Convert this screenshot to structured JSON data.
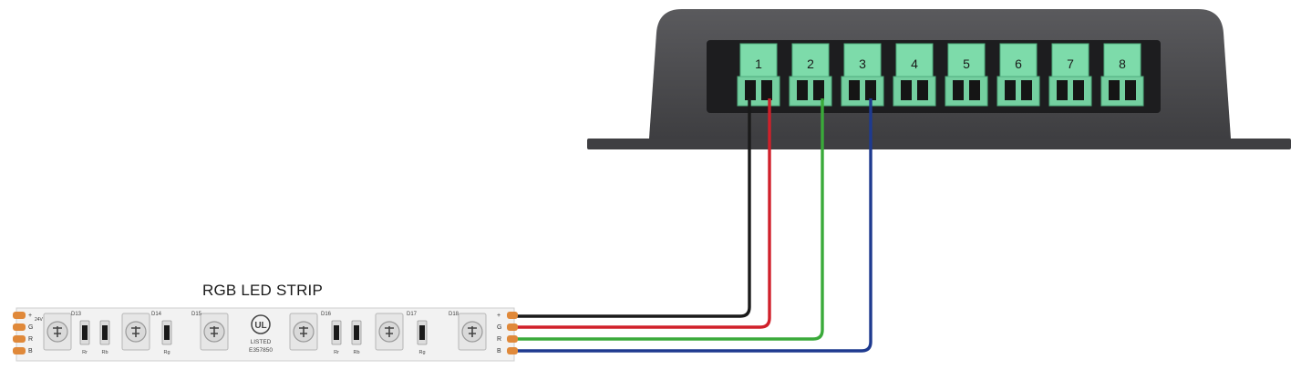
{
  "strip": {
    "title": "RGB LED STRIP",
    "pad_labels": [
      "+",
      "G",
      "R",
      "B"
    ],
    "pad_labels_right": [
      "+",
      "G",
      "R",
      "B"
    ],
    "voltage_mark": "24V",
    "ul_mark": "UL",
    "ul_listed": "LISTED",
    "ul_number": "E357850",
    "led_refs": [
      "D13",
      "D14",
      "D15",
      "D16",
      "D17",
      "D18"
    ],
    "resistor_labels": [
      "Rr",
      "Rb",
      "Rg",
      "Rr",
      "Rb",
      "Rg"
    ]
  },
  "controller": {
    "channels": [
      "1",
      "2",
      "3",
      "4",
      "5",
      "6",
      "7",
      "8"
    ]
  },
  "wires": [
    {
      "name": "black-wire",
      "color": "#1a1a1a"
    },
    {
      "name": "red-wire",
      "color": "#d0202a"
    },
    {
      "name": "green-wire",
      "color": "#3aaa3a"
    },
    {
      "name": "blue-wire",
      "color": "#1e3a8f"
    }
  ],
  "colors": {
    "housing": "#4a4a4d",
    "housing_dark": "#2c2c2e",
    "terminal_green": "#7ddbaa",
    "pad_orange": "#e0893a"
  }
}
